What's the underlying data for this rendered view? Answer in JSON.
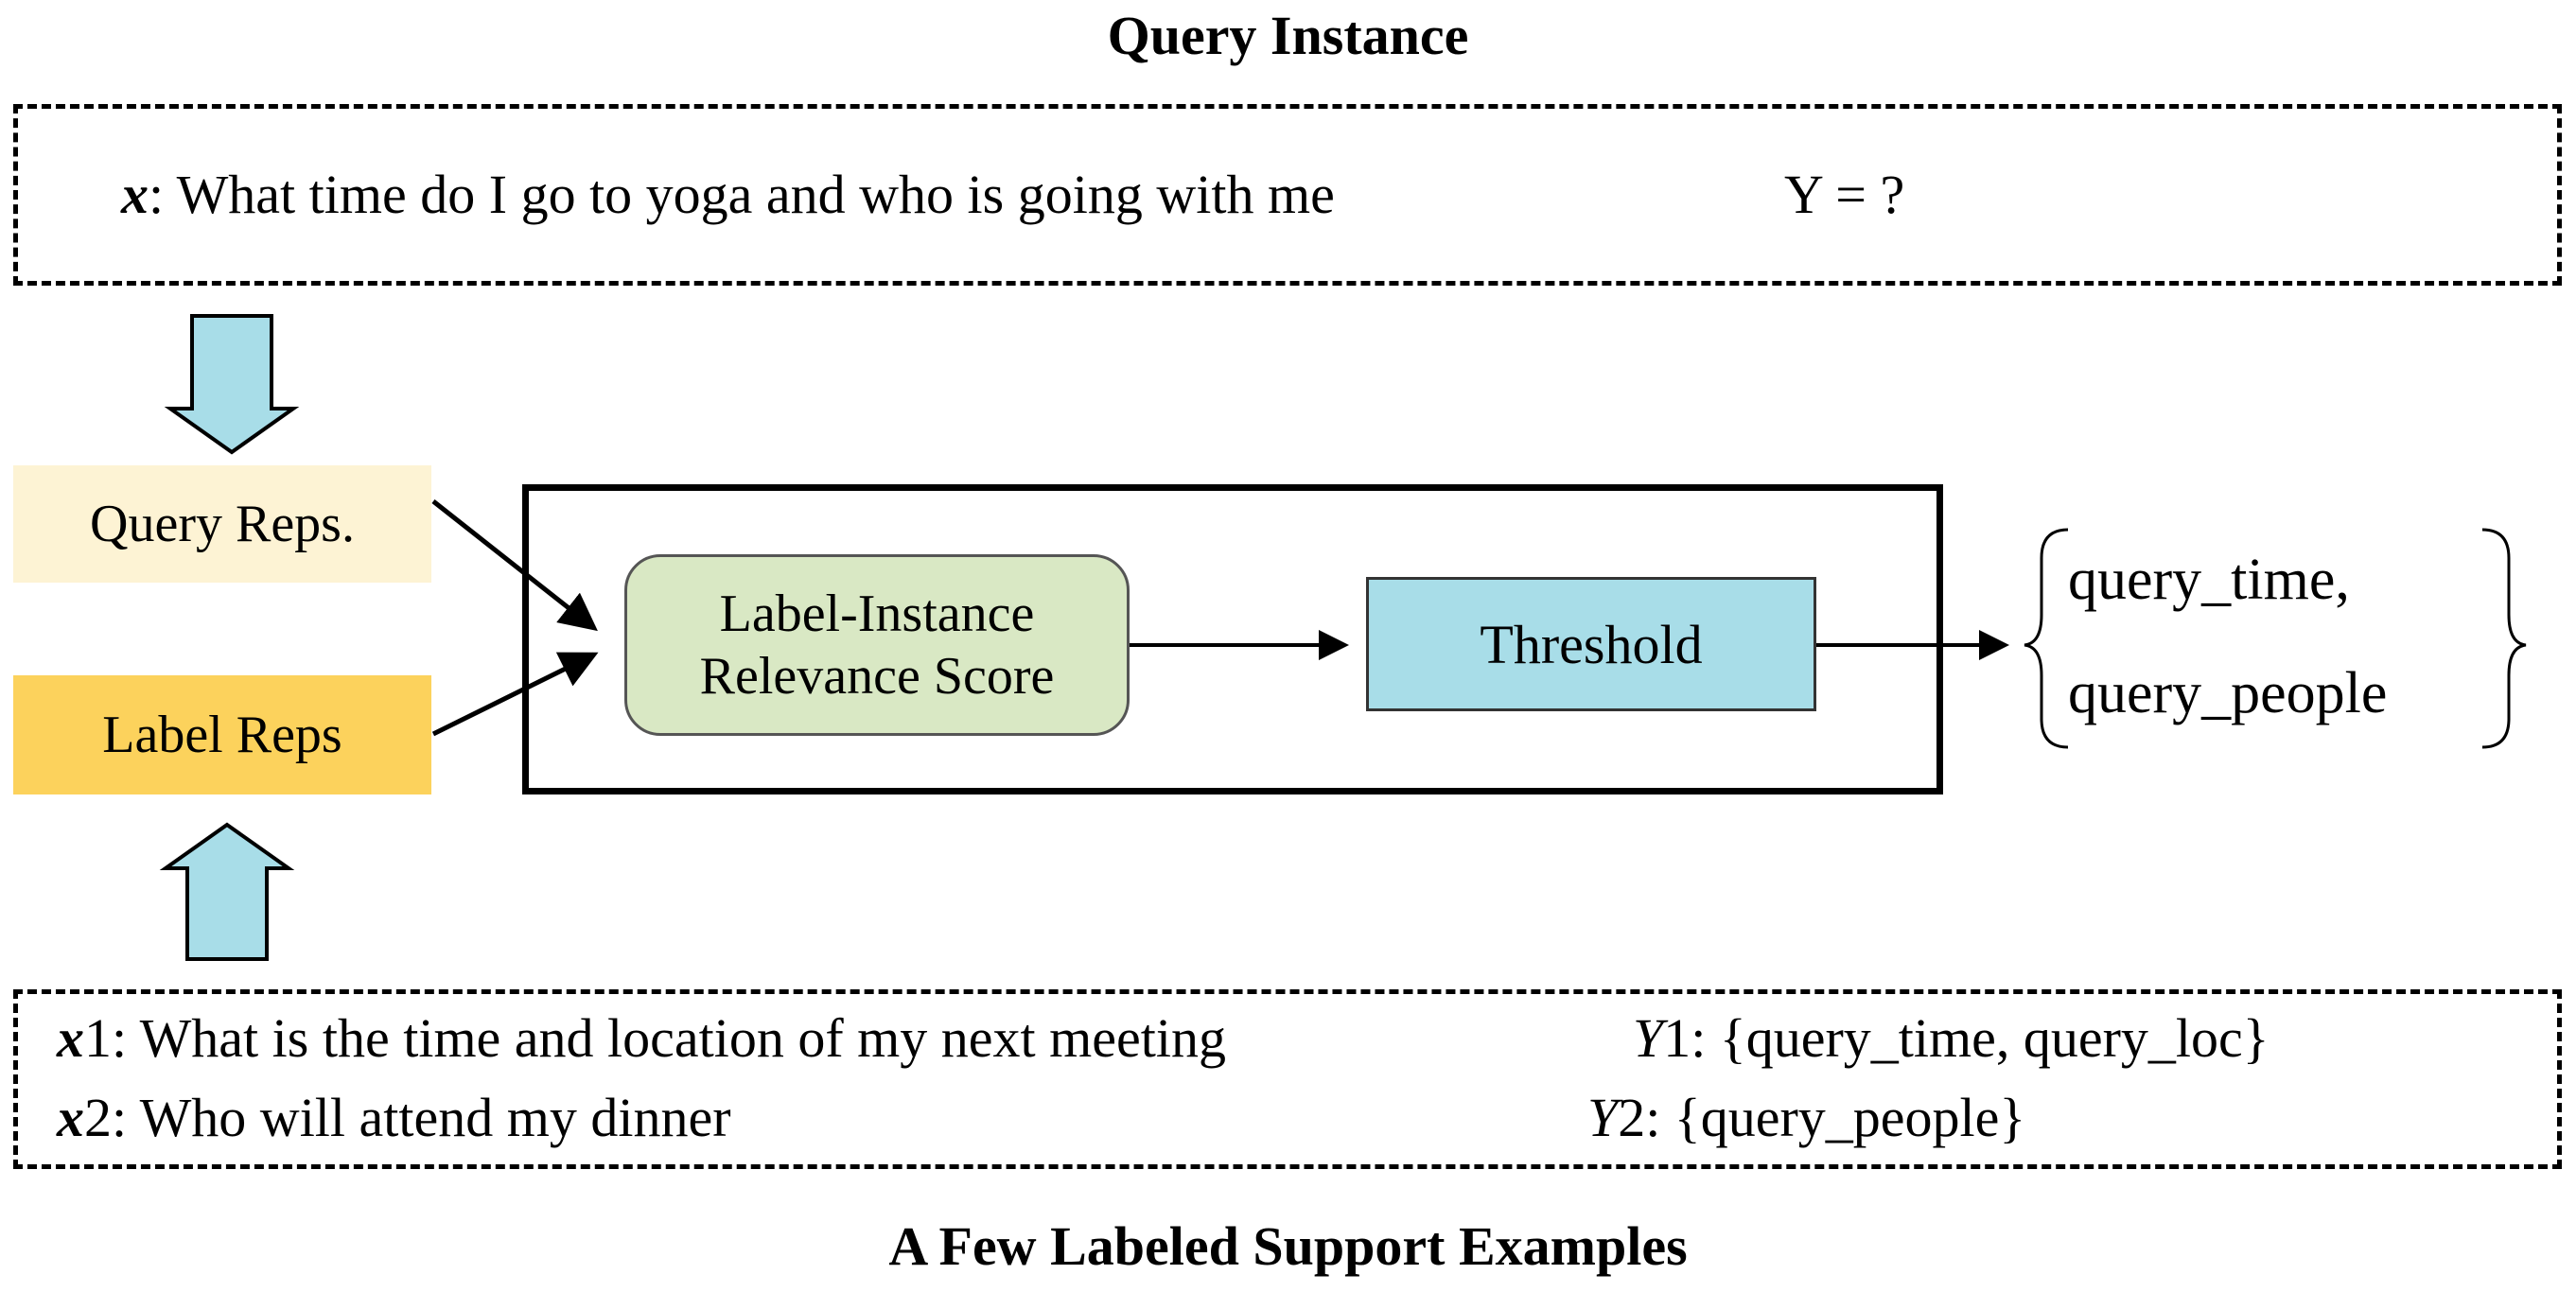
{
  "query": {
    "title": "Query Instance",
    "x_symbol": "x",
    "text": ": What time do I go to yoga and who is going with me",
    "y_text": "Y = ?"
  },
  "reps": {
    "query": "Query Reps.",
    "label": "Label Reps"
  },
  "model": {
    "score_line1": "Label-Instance",
    "score_line2": "Relevance Score",
    "threshold": "Threshold"
  },
  "output": {
    "line1": "query_time,",
    "line2": "query_people"
  },
  "support": {
    "title": "A Few Labeled Support Examples",
    "examples": [
      {
        "x_symbol": "x",
        "x_index": "1",
        "text": ": What is the time and location of my next meeting",
        "y_symbol": "Y",
        "y_index": "1",
        "labels": ": {query_time, query_loc}"
      },
      {
        "x_symbol": "x",
        "x_index": "2",
        "text": ": Who will attend my dinner",
        "y_symbol": "Y",
        "y_index": "2",
        "labels": ": {query_people}"
      }
    ]
  },
  "colors": {
    "query_reps_bg": "#fdf3d4",
    "label_reps_bg": "#fcd25c",
    "score_bg": "#d9e8c4",
    "threshold_bg": "#a8dde8",
    "arrow_fill": "#a8dde8"
  }
}
